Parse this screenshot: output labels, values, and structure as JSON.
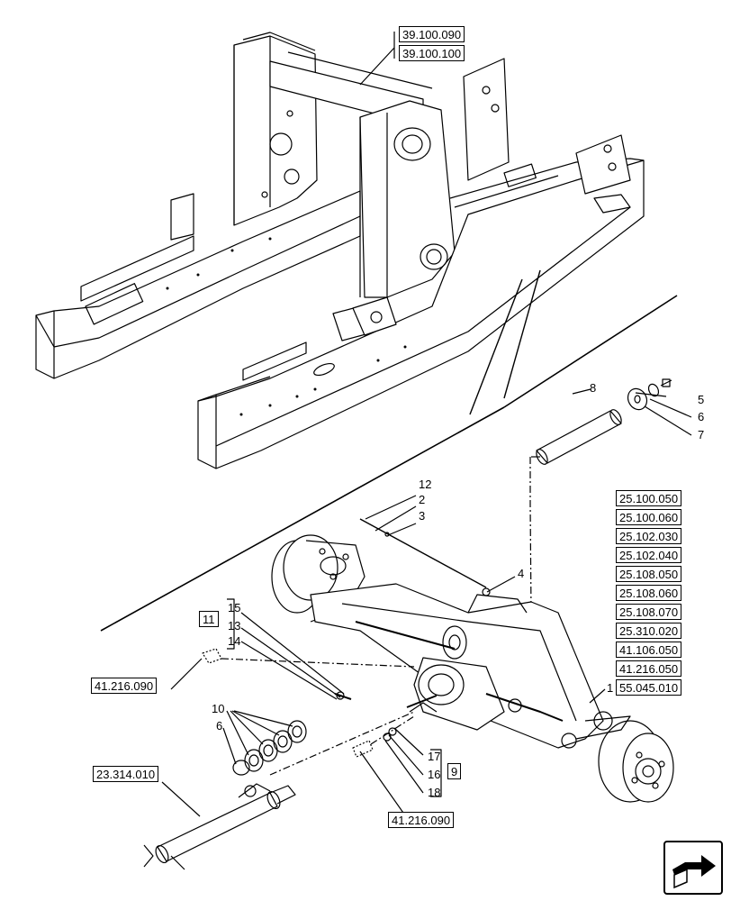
{
  "frame_refs": [
    "39.100.090",
    "39.100.100"
  ],
  "axle_refs": [
    "25.100.050",
    "25.100.060",
    "25.102.030",
    "25.102.040",
    "25.108.050",
    "25.108.060",
    "25.108.070",
    "25.310.020",
    "41.106.050",
    "41.216.050",
    "55.045.010"
  ],
  "ref_left_upper": "41.216.090",
  "ref_driveshaft": "23.314.010",
  "ref_bottom": "41.216.090",
  "group_11": "11",
  "group_9": "9",
  "callouts": {
    "c1": "1",
    "c2": "2",
    "c3": "3",
    "c4": "4",
    "c5": "5",
    "c6a": "6",
    "c6b": "6",
    "c7": "7",
    "c8": "8",
    "c10": "10",
    "c12": "12",
    "c13": "13",
    "c14": "14",
    "c15": "15",
    "c16": "16",
    "c17": "17",
    "c18": "18"
  },
  "icons": {
    "nav": "next-page-arrow-icon"
  }
}
